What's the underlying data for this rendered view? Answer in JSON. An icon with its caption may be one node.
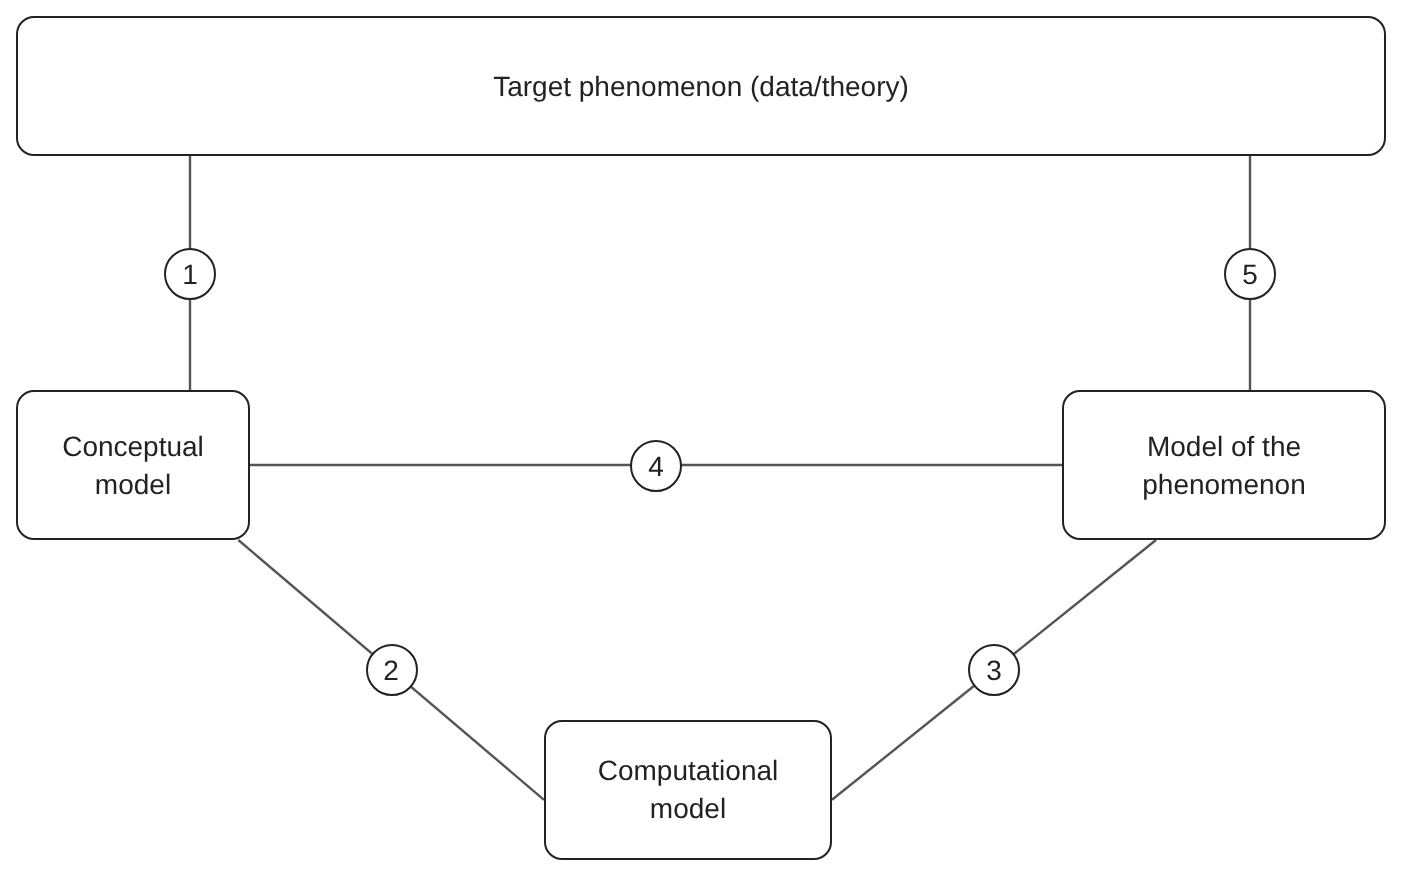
{
  "diagram": {
    "nodes": [
      {
        "text": [
          "Target phenomenon (data/theory)"
        ]
      },
      {
        "text": [
          "Conceptual model"
        ]
      },
      {
        "text": [
          "Model of the phenomenon"
        ]
      },
      {
        "text": [
          "Computational model"
        ]
      }
    ],
    "edges": [
      {
        "from": 0,
        "to": 1,
        "arrow": "none",
        "label": "1"
      },
      {
        "from": 1,
        "to": 3,
        "arrow": "none",
        "label": "2"
      },
      {
        "from": 3,
        "to": 2,
        "arrow": "none",
        "label": "3"
      },
      {
        "from": 1,
        "to": 2,
        "arrow": "none",
        "label": "4"
      },
      {
        "from": 0,
        "to": 2,
        "arrow": "none",
        "label": "5"
      }
    ]
  }
}
